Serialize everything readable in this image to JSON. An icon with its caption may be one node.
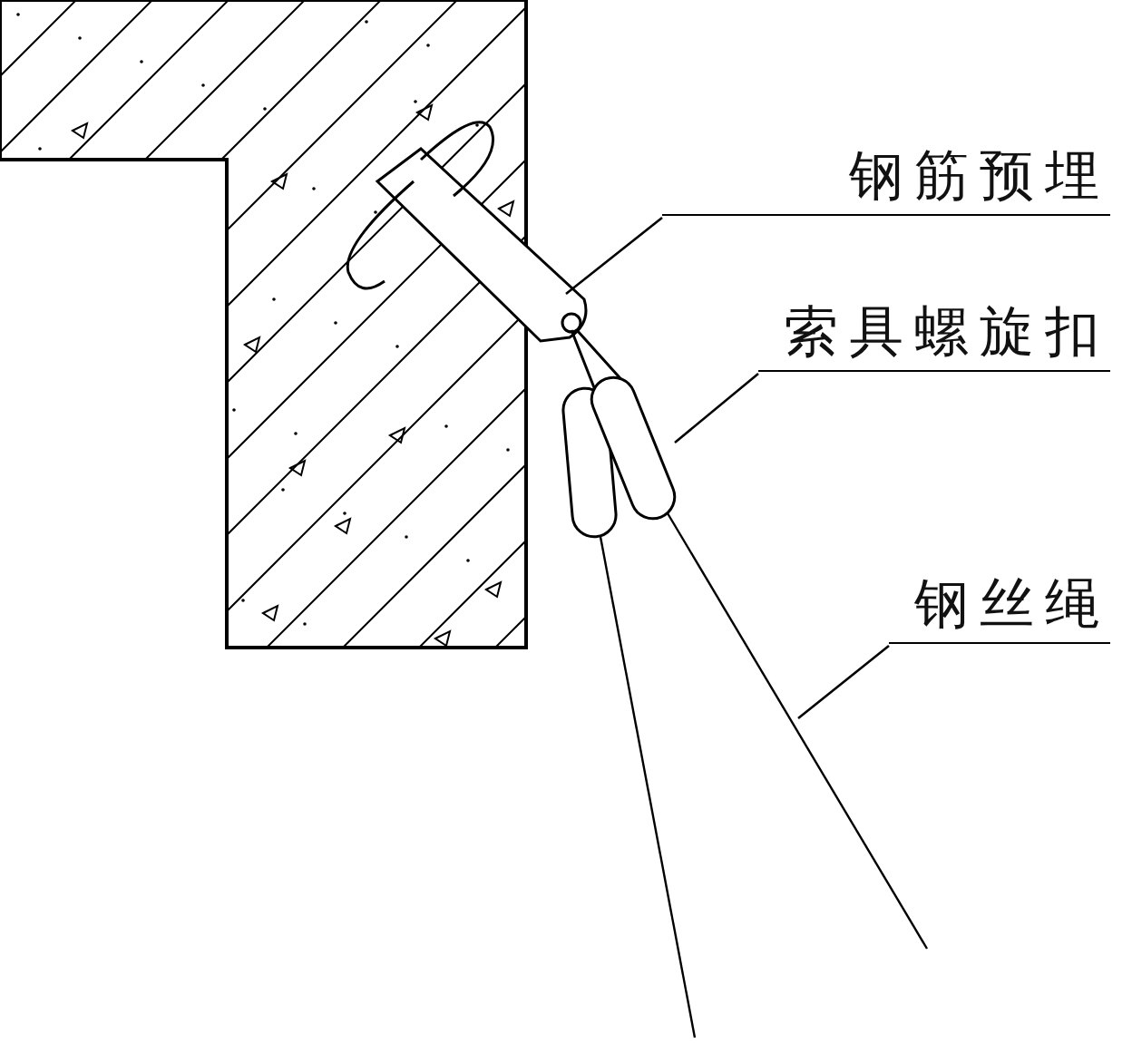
{
  "diagram": {
    "nodes": [
      {
        "text": [
          "钢筋预埋"
        ]
      },
      {
        "text": [
          "索具螺旋扣"
        ]
      },
      {
        "text": [
          "钢丝绳"
        ]
      },
      {
        "text": [],
        "shape": "bar"
      },
      {
        "text": [],
        "shape": "bar"
      },
      {
        "text": [],
        "shape": "picture"
      }
    ],
    "edges": [
      {
        "from": 0,
        "to": 3,
        "arrow": "none"
      },
      {
        "from": 1,
        "to": 4,
        "arrow": "none"
      },
      {
        "from": 2,
        "to": 5,
        "arrow": "none"
      }
    ]
  }
}
